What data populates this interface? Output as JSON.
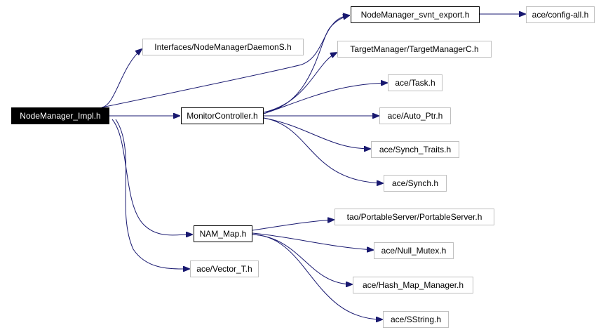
{
  "nodes": {
    "root": "NodeManager_Impl.h",
    "svnt_export": "NodeManager_svnt_export.h",
    "config_all": "ace/config-all.h",
    "daemon_s": "Interfaces/NodeManagerDaemonS.h",
    "target_manager_c": "TargetManager/TargetManagerC.h",
    "monitor_controller": "MonitorController.h",
    "task": "ace/Task.h",
    "auto_ptr": "ace/Auto_Ptr.h",
    "synch_traits": "ace/Synch_Traits.h",
    "synch": "ace/Synch.h",
    "portable_server": "tao/PortableServer/PortableServer.h",
    "nam_map": "NAM_Map.h",
    "null_mutex": "ace/Null_Mutex.h",
    "vector_t": "ace/Vector_T.h",
    "hash_map_manager": "ace/Hash_Map_Manager.h",
    "sstring": "ace/SString.h"
  },
  "colors": {
    "edge": "#191970",
    "root_fill": "#000000",
    "node_border": "#bfbfbf"
  }
}
